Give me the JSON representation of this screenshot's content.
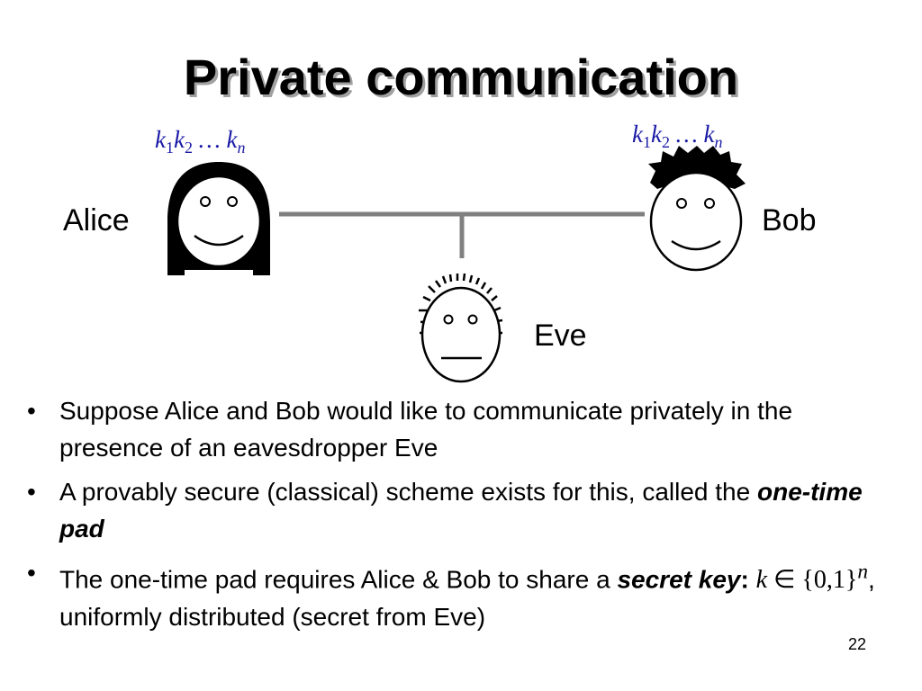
{
  "slide": {
    "title": "Private communication",
    "page_number": "22"
  },
  "parties": {
    "alice": "Alice",
    "bob": "Bob",
    "eve": "Eve"
  },
  "key_sequence": {
    "k": "k",
    "sub1": "1",
    "sub2": "2",
    "dots": " … ",
    "subn": "n"
  },
  "bullets": [
    {
      "text": "Suppose Alice and Bob would like to communicate privately in the presence of an eavesdropper Eve"
    },
    {
      "prefix": "A provably secure (classical) scheme exists for this, called the ",
      "emphasis": "one-time pad"
    },
    {
      "prefix": "The one-time pad requires Alice & Bob to share a ",
      "emphasis": "secret key",
      "colon": ":",
      "math_var": "k",
      "math_in": " ∈ ",
      "math_set": "{0,1}",
      "math_exp": "n",
      "suffix": ", uniformly distributed (secret from Eve)"
    }
  ],
  "bullet_symbol": "•"
}
